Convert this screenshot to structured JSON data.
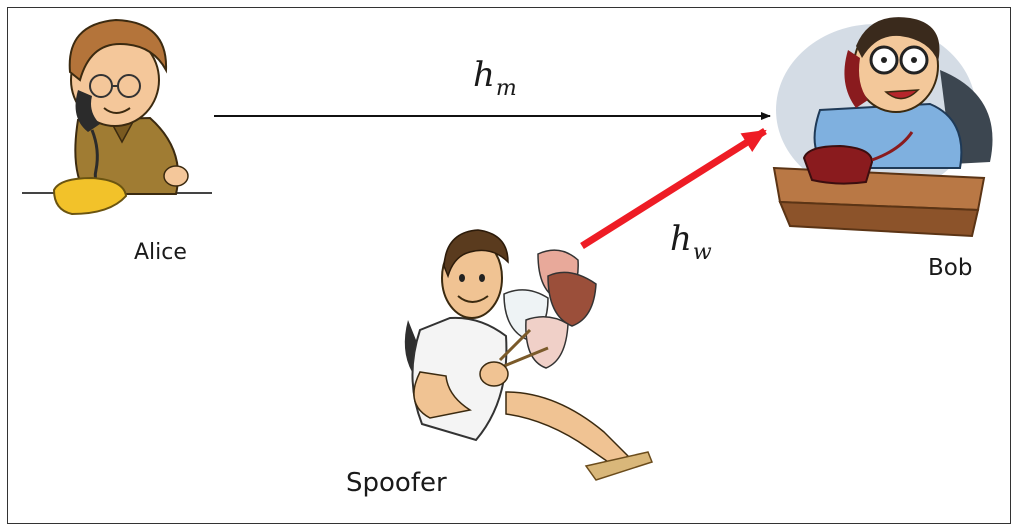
{
  "nodes": {
    "alice": {
      "label": "Alice"
    },
    "bob": {
      "label": "Bob"
    },
    "spoofer": {
      "label": "Spoofer"
    }
  },
  "channels": {
    "main": {
      "symbol": "h",
      "subscript": "m",
      "color": "#111111"
    },
    "spoof": {
      "symbol": "h",
      "subscript": "w",
      "color": "#ee1c25"
    }
  },
  "icons": {
    "alice": "man-on-phone-icon",
    "bob": "man-on-phone-at-desk-icon",
    "spoofer": "man-with-masks-icon"
  }
}
